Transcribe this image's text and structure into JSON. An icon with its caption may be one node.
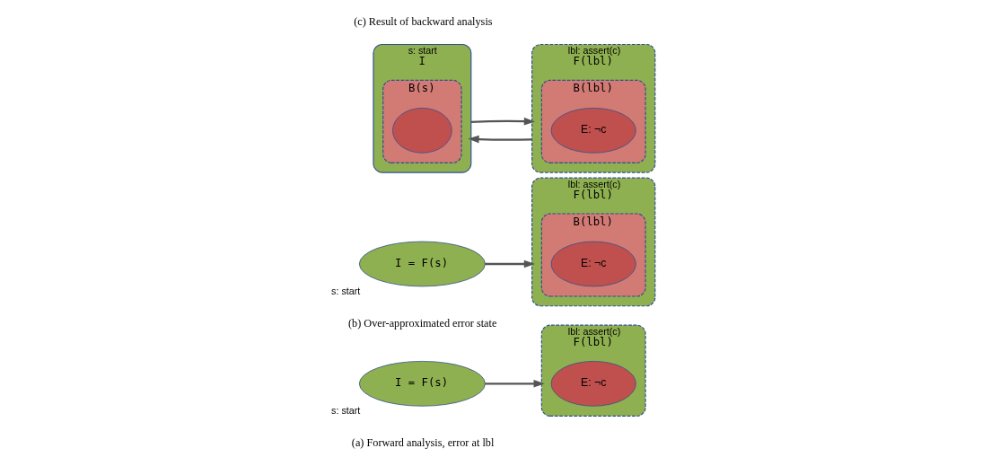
{
  "diagram": {
    "nodes": [
      {
        "text": [
          "I = F(s)"
        ],
        "beside": [
          "s: start"
        ]
      },
      {
        "text": [
          "F(lbl)"
        ],
        "beside": [
          "lbl: assert(c)"
        ]
      },
      {
        "text": [
          "E: ¬c"
        ],
        "in": 1
      },
      {
        "text": [
          "I = F(s)"
        ],
        "beside": [
          "s: start"
        ]
      },
      {
        "text": [
          "F(lbl)"
        ],
        "beside": [
          "lbl: assert(c)"
        ]
      },
      {
        "text": [
          "B(lbl)"
        ],
        "in": 4
      },
      {
        "text": [
          "E: ¬c"
        ],
        "in": 5
      },
      {
        "text": [
          "I"
        ],
        "beside": [
          "s: start"
        ]
      },
      {
        "text": [
          "B(s)"
        ],
        "in": 7
      },
      {
        "text": [],
        "shape": "ellipse",
        "in": 8
      },
      {
        "text": [
          "F(lbl)"
        ],
        "beside": [
          "lbl: assert(c)"
        ]
      },
      {
        "text": [
          "B(lbl)"
        ],
        "in": 10
      },
      {
        "text": [
          "E: ¬c"
        ],
        "in": 11
      }
    ],
    "edges": [
      {
        "from": 0,
        "to": 1,
        "arrow": "to"
      },
      {
        "from": 3,
        "to": 4,
        "arrow": "to"
      },
      {
        "from": 7,
        "to": 10,
        "arrow": "to"
      },
      {
        "from": 10,
        "to": 7,
        "arrow": "to"
      }
    ],
    "labels": [
      "(a) Forward analysis, error at lbl",
      "(b) Over-approximated error state",
      "(c) Result of backward analysis"
    ]
  }
}
